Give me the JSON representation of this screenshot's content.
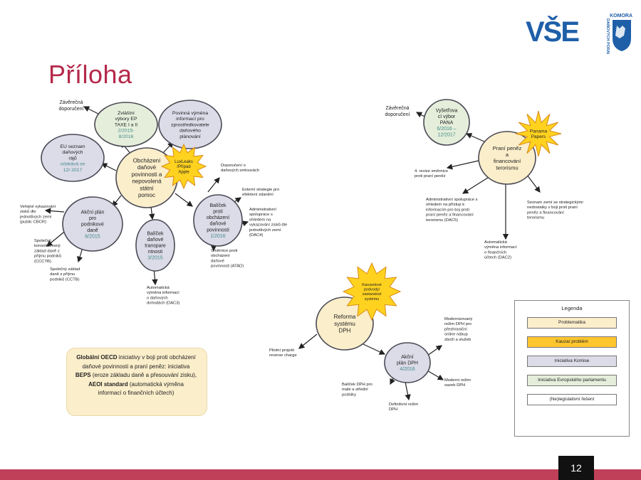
{
  "slide": {
    "title": "Příloha",
    "page_number": "12",
    "colors": {
      "title": "#b5294a",
      "bottom_bar": "#c0405a",
      "page_box": "#111111",
      "cream": "#fbeecb",
      "grey": "#dcdbe8",
      "green": "#e5eedb",
      "star": "#ffd21f"
    }
  },
  "logos": {
    "vse": "VŠE",
    "komora_line1": "KOMORA",
    "komora_line2": "DAŇOVÝCH PORADCŮ ČR"
  },
  "left": {
    "center": [
      "Obcházení",
      "daňové",
      "povinnosti a",
      "nepovolená",
      "státní",
      "pomoc"
    ],
    "star": [
      "LuxLeaks",
      "/Případ",
      "Apple"
    ],
    "taxe": {
      "lines": [
        "Zvláštní",
        "výbory EP",
        "TAXE I a II"
      ],
      "date": [
        "2/2015-",
        "8/2016"
      ]
    },
    "info_exchange": [
      "Povinná výměna",
      "informací pro",
      "zprostředkovatele",
      "daňového",
      "plánování"
    ],
    "eu_list": {
      "lines": [
        "EU seznam",
        "daňových",
        "rájů"
      ],
      "date": [
        "očekává se",
        "12/ 2017"
      ]
    },
    "action_plan": {
      "lines": [
        "Akční plán",
        "pro",
        "podnikové",
        "daně"
      ],
      "date": [
        "6/2015"
      ]
    },
    "transparency": {
      "lines": [
        "Balíček",
        "daňové",
        "transpare",
        "ntnosti"
      ],
      "date": [
        "3/2015"
      ]
    },
    "anti_avoid": {
      "lines": [
        "Balíček",
        "proti",
        "obcházení",
        "daňové",
        "povinnosti"
      ],
      "date": [
        "1/2016"
      ]
    },
    "labels": {
      "final_rec": [
        "Závěrečná",
        "doporučení"
      ],
      "cbcr": [
        "Veřejné vykazování",
        "zisků dle",
        "jednotlivých zemí",
        "(public CBCR)"
      ],
      "ccctb": [
        "Společný",
        "konsolidovaný",
        "základ daně z",
        "příjmu podniků",
        "(CCCTB)"
      ],
      "cctb": [
        "Společný základ",
        "daně z příjmu",
        "podniků (CCTB)"
      ],
      "dac3": [
        "Automatická",
        "výměna informací",
        "o daňových",
        "dohodách (DAC3)"
      ],
      "treaties": [
        "Doporučení o",
        "daňových smlouvách"
      ],
      "ext_strategy": [
        "Externí strategie pro",
        "efektivní zdanění"
      ],
      "dac4": [
        "Administrativní",
        "spolupráce s",
        "ohledem na",
        "vykazování zisků dle",
        "jednotlivých zemí",
        "(DAC4)"
      ],
      "atad": [
        "Směrnice proti",
        "obcházení",
        "daňové",
        "povinnosti (ATAD)"
      ]
    }
  },
  "right_top": {
    "center": [
      "Praní peněz",
      "a",
      "financování",
      "terorismu"
    ],
    "star": [
      "Panama",
      "Papers"
    ],
    "pana": {
      "lines": [
        "Vyšetřova",
        "cí výbor",
        "PANA"
      ],
      "date": [
        "6/2016 –",
        "12/2017"
      ]
    },
    "labels": {
      "final_rec": [
        "Závěrečná",
        "doporučení"
      ],
      "directive4": [
        "4. revize směrnice",
        "proti praní peněz"
      ],
      "dac5": [
        "Administrativní spolupráce s",
        "ohledem na přístup k",
        "informacím pro boj proti",
        "praní peněz a financování",
        "terorismu (DAC5)"
      ],
      "third_countries": [
        "Seznam zemí se strategickými",
        "nedostatky v boji proti praní",
        "peněz a financování",
        "terorismu"
      ],
      "dac2": [
        "Automatická",
        "výměna informací",
        "o finančních",
        "účtech (DAC2)"
      ]
    }
  },
  "right_bottom": {
    "center": [
      "Reforma",
      "systému",
      "DPH"
    ],
    "star": [
      "Karuselové",
      "podvody/",
      "zastaralost",
      "systému"
    ],
    "action_plan": {
      "lines": [
        "Akční",
        "plán DPH"
      ],
      "date": [
        "4/2016"
      ]
    },
    "labels": {
      "reverse_charge": [
        "Pilotní projekt",
        "reverse charge"
      ],
      "ecommerce": [
        "Modernizovaný",
        "režim DPH pro",
        "přeshraniční",
        "online nákup",
        "zboží a služeb"
      ],
      "rates": [
        "Moderní režim",
        "sazeb DPH"
      ],
      "sme": [
        "Balíček DPH pro",
        "malé a střední",
        "podniky"
      ],
      "final_regime": [
        "Definitivní režim",
        "DPH"
      ]
    }
  },
  "legend": {
    "title": "Legenda",
    "items": [
      {
        "label": "Problematika",
        "color": "#fbeecb"
      },
      {
        "label": "Kauza/ problém",
        "color": "#ffc62e"
      },
      {
        "label": "Iniciativa Komise",
        "color": "#dcdbe8"
      },
      {
        "label": "Iniciativa Evropského parlamentu",
        "color": "#e5eedb"
      },
      {
        "label": "(Ne)legislativní řešení",
        "color": "#ffffff"
      }
    ]
  },
  "note": {
    "lines": [
      [
        {
          "t": "Globální OECD",
          "b": true
        },
        {
          "t": " iniciativy v boji proti obcházení",
          "b": false
        }
      ],
      [
        {
          "t": "daňové povinnosti a praní peněz: iniciativa",
          "b": false
        }
      ],
      [
        {
          "t": "BEPS",
          "b": true
        },
        {
          "t": " (eroze základu daně a přesouvání zisku),",
          "b": false
        }
      ],
      [
        {
          "t": "AEOI standard",
          "b": true
        },
        {
          "t": " (automatická výměna",
          "b": false
        }
      ],
      [
        {
          "t": "informací o finančních účtech)",
          "b": false
        }
      ]
    ]
  }
}
